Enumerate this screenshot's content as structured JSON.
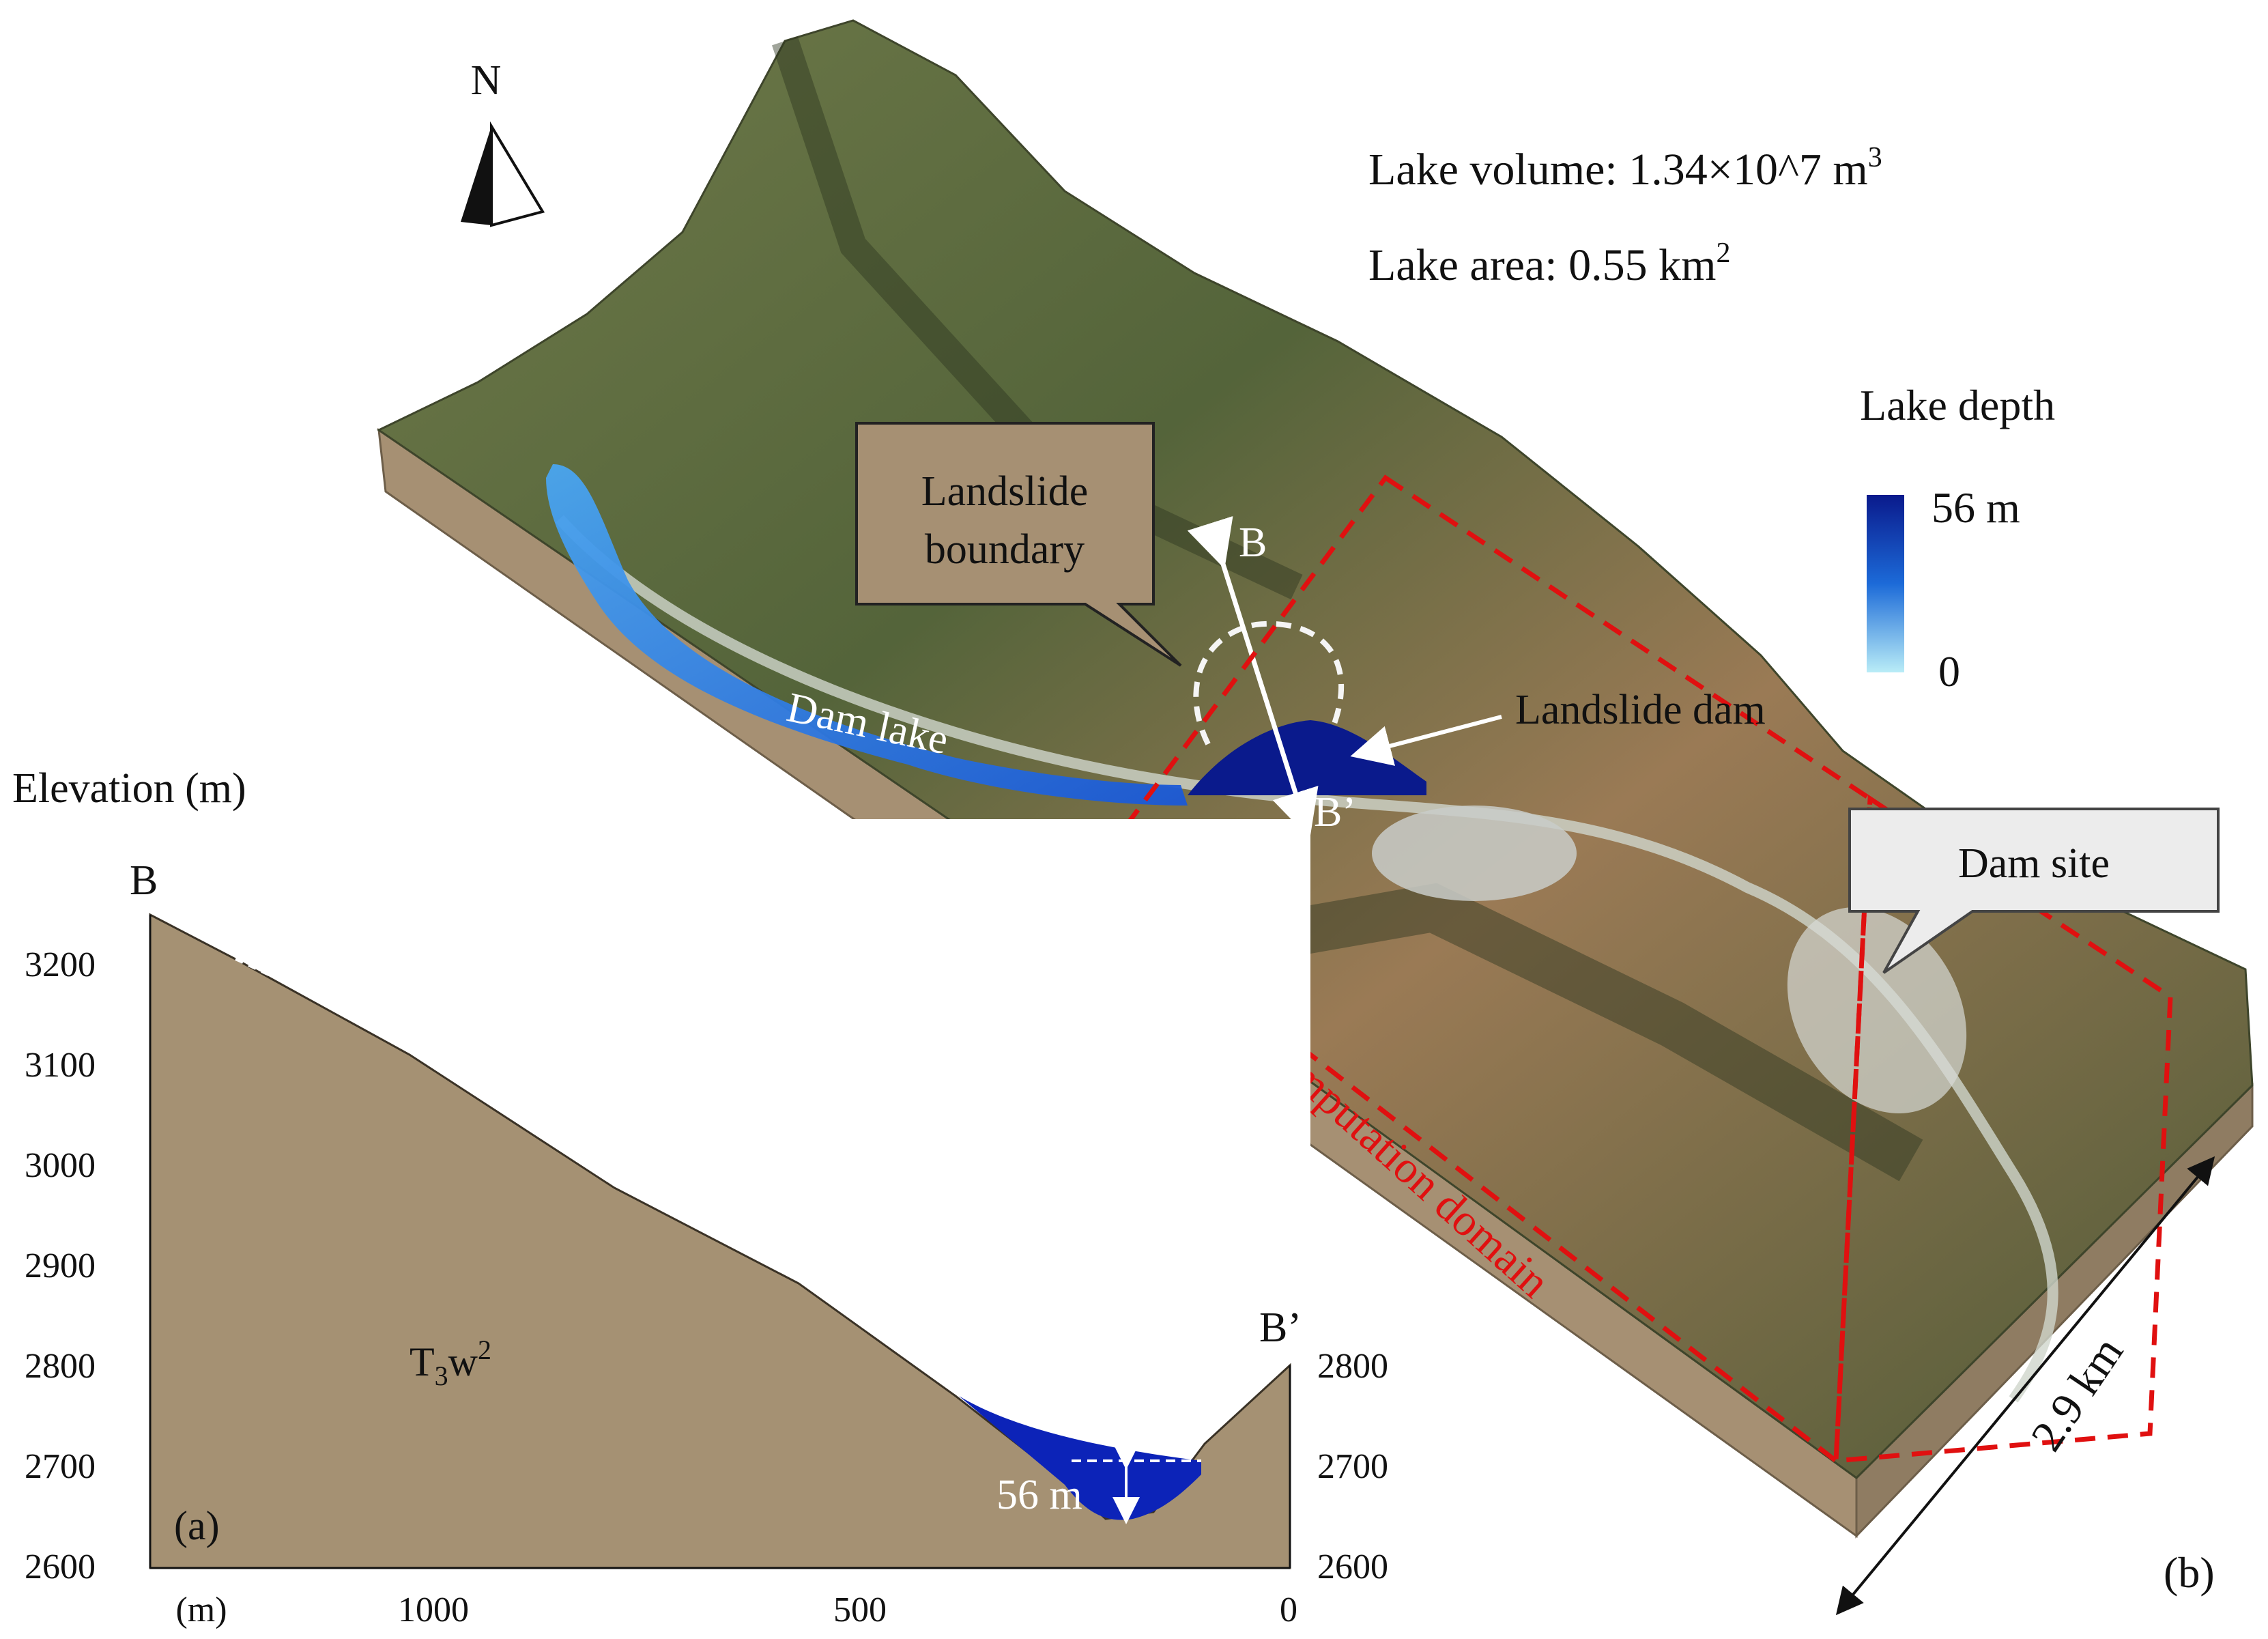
{
  "north_label": "N",
  "lake_volume": {
    "label": "Lake volume:",
    "value": "1.34×10^7 m",
    "sup": "3"
  },
  "lake_area": {
    "label": "Lake area: 0.55 km",
    "sup": "2"
  },
  "legend": {
    "title": "Lake depth",
    "max_label": "56 m",
    "min_label": "0",
    "color_deep": "#0a1a8c",
    "color_shallow": "#b9ecf7"
  },
  "callouts": {
    "landslide_boundary_line1": "Landslide",
    "landslide_boundary_line2": "boundary",
    "dam_site": "Dam site"
  },
  "map_labels": {
    "dam_lake": "Dam lake",
    "landslide_dam": "Landslide dam",
    "section_start": "B",
    "section_end": "B’",
    "computation_domain": "Computation domain",
    "scale": "2.9 km",
    "panel": "(b)"
  },
  "profile": {
    "y_axis_label": "Elevation (m)",
    "left_end": "B",
    "right_end": "B’",
    "x_unit": "(m)",
    "x_ticks": [
      "1000",
      "500",
      "0"
    ],
    "y_ticks_left": [
      "3200",
      "3100",
      "3000",
      "2900",
      "2800",
      "2700",
      "2600"
    ],
    "y_ticks_right": [
      "2800",
      "2700",
      "2600"
    ],
    "rock_label": "T",
    "rock_sub": "3",
    "rock_w": "w",
    "rock_sup": "2",
    "depth_label": "56 m",
    "panel": "(a)",
    "ground_color": "#a59173"
  }
}
